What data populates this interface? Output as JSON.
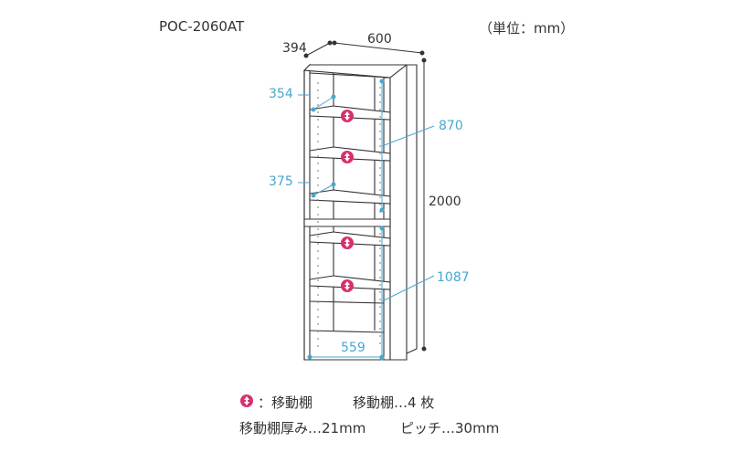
{
  "header": {
    "model": "POC-2060AT",
    "unit": "（単位：mm）"
  },
  "dimensions": {
    "depth": "394",
    "width": "600",
    "height": "2000",
    "inner_depth_upper": "354",
    "inner_depth_lower": "375",
    "upper_height": "870",
    "lower_height": "1087",
    "inner_width": "559"
  },
  "legend": {
    "icon_label": "：移動棚",
    "count": "移動棚…4 枚",
    "thickness": "移動棚厚み…21mm",
    "pitch": "ピッチ…30mm"
  },
  "colors": {
    "outline": "#333333",
    "dimension_blue": "#49a7cf",
    "movable_shelf_icon": "#d6306f"
  },
  "icons": {
    "movable_shelf": "up-down-arrow-circle-icon"
  }
}
